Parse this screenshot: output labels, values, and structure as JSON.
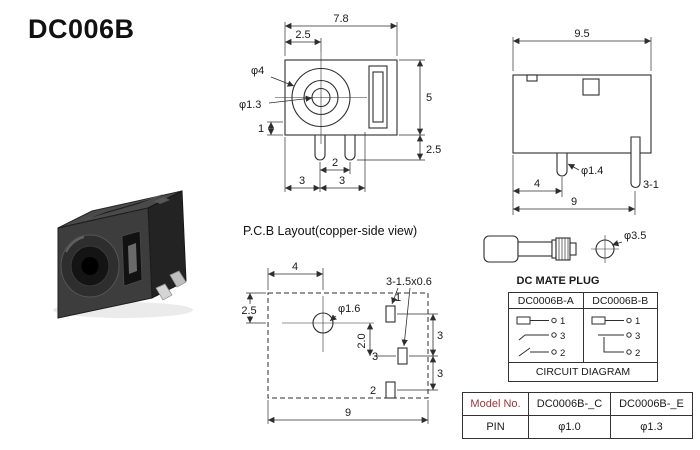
{
  "title": "DC006B",
  "colors": {
    "line": "#2e2e2e",
    "model_no_text": "#9b3333",
    "connector_body": "#3d3d3d"
  },
  "front_view": {
    "dim_width": "7.8",
    "dim_offset": "2.5",
    "dim_phi4": "φ4",
    "dim_phi13": "φ1.3",
    "dim_height": "5",
    "dim_right": "2.5",
    "dim_one": "1",
    "dim_two": "2",
    "dim_three_a": "3",
    "dim_three_b": "3"
  },
  "side_view": {
    "dim_width": "9.5",
    "dim_pin": "φ1.4",
    "dim_four": "4",
    "dim_nine": "9",
    "dim_slot": "3-1"
  },
  "pcb_layout": {
    "label": "P.C.B Layout(copper-side view)",
    "dim_four": "4",
    "dim_left": "2.5",
    "dim_hole": "φ1.6",
    "dim_gap": "2.0",
    "dim_nine": "9",
    "dim_pads": "3-1.5x0.6",
    "pin1": "1",
    "pin3": "3",
    "pin2": "2",
    "dim_three_a": "3",
    "dim_three_b": "3"
  },
  "mate_plug": {
    "label": "DC MATE PLUG",
    "dim": "φ3.5"
  },
  "circuit": {
    "col_a": "DC0006B-A",
    "col_b": "DC0006B-B",
    "pins_a": [
      "1",
      "3",
      "2"
    ],
    "pins_b": [
      "1",
      "3",
      "2"
    ],
    "caption": "CIRCUIT DIAGRAM"
  },
  "model_table": {
    "header": [
      "Model No.",
      "DC0006B-_C",
      "DC0006B-_E"
    ],
    "row_pin": [
      "PIN",
      "φ1.0",
      "φ1.3"
    ]
  }
}
